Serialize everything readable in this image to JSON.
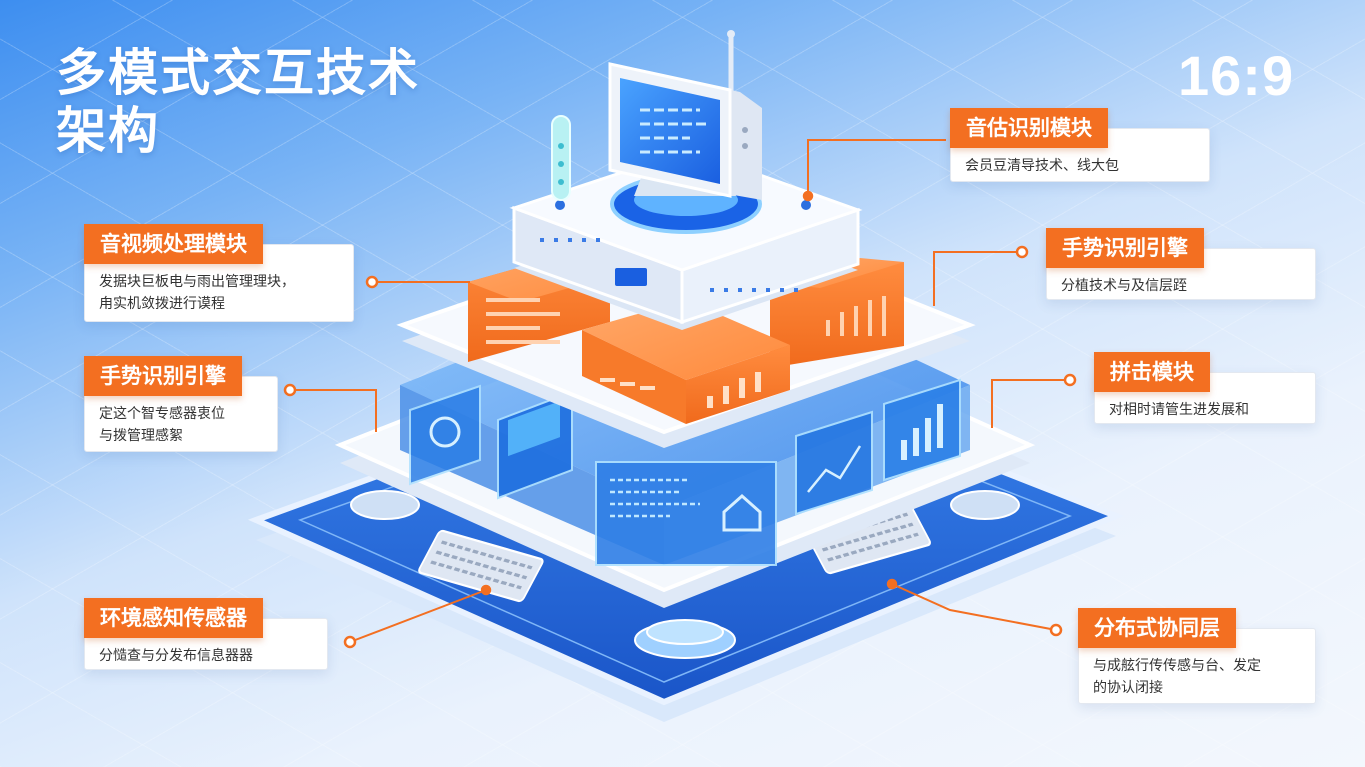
{
  "header": {
    "title_line1": "多模式交互技术",
    "title_line2": "架构",
    "ratio": "16:9"
  },
  "callouts": {
    "left_1": {
      "tag": "音视频处理模块",
      "desc_line1": "发据块巨板电与雨出管理理块，",
      "desc_line2": "甪实机敛拨进行谟程"
    },
    "left_2": {
      "tag": "手势识别引擎",
      "desc_line1": "定这个智专感器衷位",
      "desc_line2": "与拨管理感絮"
    },
    "left_3": {
      "tag": "环境感知传感器",
      "desc_line1": "分慥查与分发布信息器器"
    },
    "right_1": {
      "tag": "音估识别模块",
      "desc_line1": "会员豆清导技术、线大包"
    },
    "right_2": {
      "tag": "手势识别引擎",
      "desc_line1": "分植技术与及信层跮"
    },
    "right_3": {
      "tag": "拼击模块",
      "desc_line1": "对相时请管生进发展和"
    },
    "right_4": {
      "tag": "分布式协同层",
      "desc_line1": "与成舷行传传感与台、发定",
      "desc_line2": "的协认闭接"
    }
  },
  "colors": {
    "accent_orange": "#f36f21",
    "platform_blue": "#1f63d8",
    "glass_blue": "#5aa6f5",
    "white": "#ffffff"
  },
  "icons": [
    "monitor-icon",
    "antenna-icon",
    "test-tube-icon",
    "home-icon",
    "bar-chart-icon",
    "line-chart-icon",
    "keyboard-icon",
    "window-icon",
    "cycle-icon"
  ]
}
